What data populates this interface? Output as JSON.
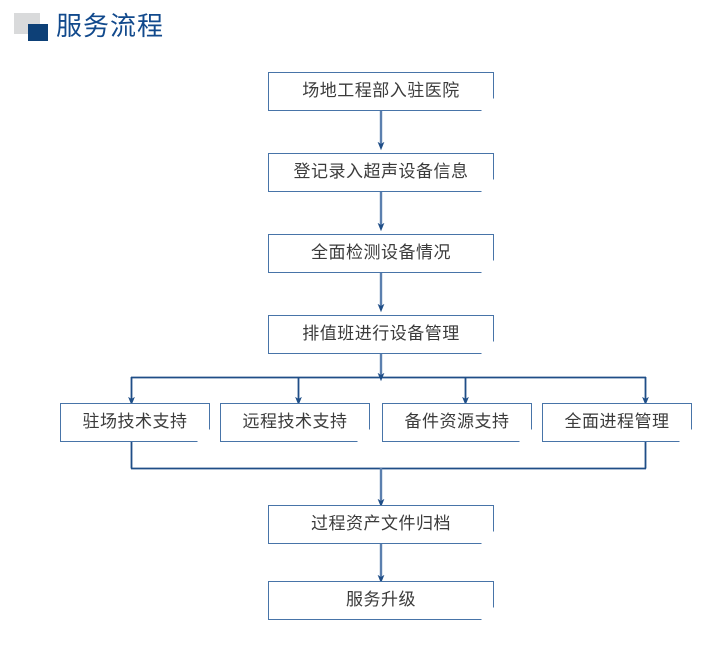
{
  "header": {
    "title": "服务流程",
    "icon_name": "two-tone-square-bullet",
    "title_color": "#11498c",
    "icon_colors": {
      "light": "#d9dadb",
      "dark": "#0d4077"
    }
  },
  "flowchart": {
    "line_color": "#5b7fae",
    "branch_line_color": "#1f4e87",
    "box_border_color": "#4874a8",
    "box_fill_color": "#ffffff",
    "box_text_color": "#3b3b3b",
    "stages": [
      {
        "id": "s1",
        "label": "场地工程部入驻医院"
      },
      {
        "id": "s2",
        "label": "登记录入超声设备信息"
      },
      {
        "id": "s3",
        "label": "全面检测设备情况"
      },
      {
        "id": "s4",
        "label": "排值班进行设备管理"
      }
    ],
    "branches": [
      {
        "id": "b1",
        "label": "驻场技术支持"
      },
      {
        "id": "b2",
        "label": "远程技术支持"
      },
      {
        "id": "b3",
        "label": "备件资源支持"
      },
      {
        "id": "b4",
        "label": "全面进程管理"
      }
    ],
    "tail": [
      {
        "id": "t1",
        "label": "过程资产文件归档"
      },
      {
        "id": "t2",
        "label": "服务升级"
      }
    ]
  }
}
